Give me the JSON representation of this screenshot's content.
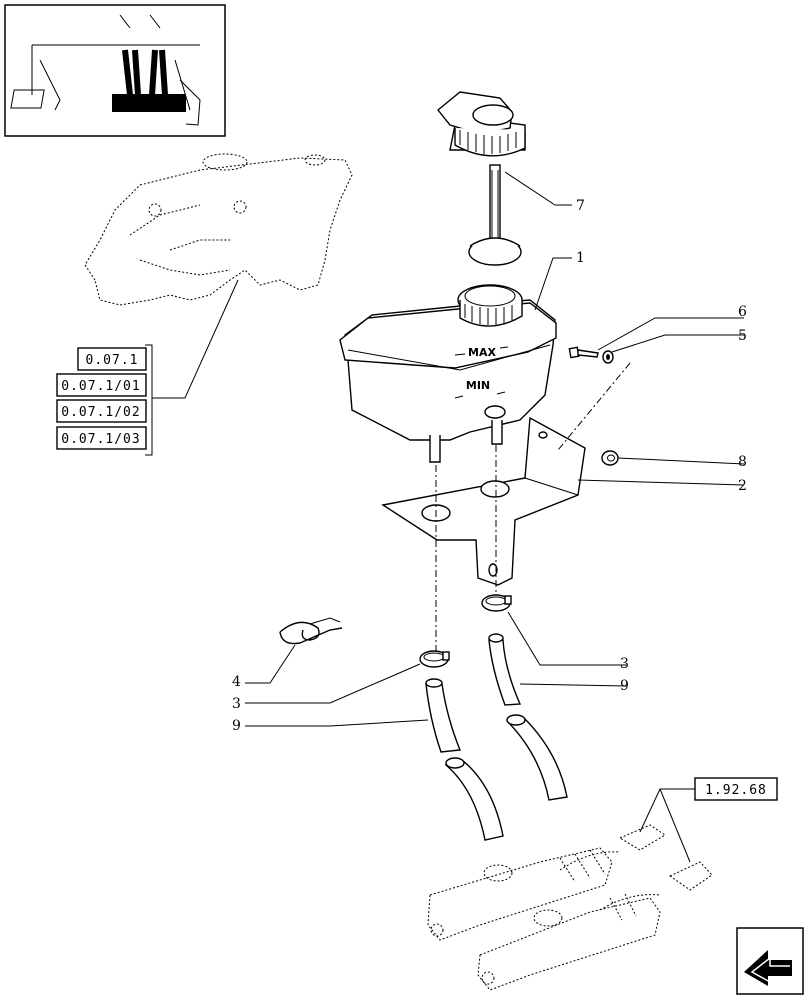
{
  "callouts": {
    "c7": "7",
    "c1": "1",
    "c6": "6",
    "c5": "5",
    "c8": "8",
    "c2": "2",
    "c3_right": "3",
    "c9_right": "9",
    "c4": "4",
    "c3_left": "3",
    "c9_left": "9"
  },
  "tank": {
    "max_label": "MAX",
    "min_label": "MIN"
  },
  "references": {
    "left": [
      "0.07.1",
      "0.07.1/01",
      "0.07.1/02",
      "0.07.1/03"
    ],
    "right": "1.92.68"
  },
  "icons": {
    "nav_arrow": "arrow-back-icon",
    "thumbnail": "pedal-location-thumbnail"
  }
}
